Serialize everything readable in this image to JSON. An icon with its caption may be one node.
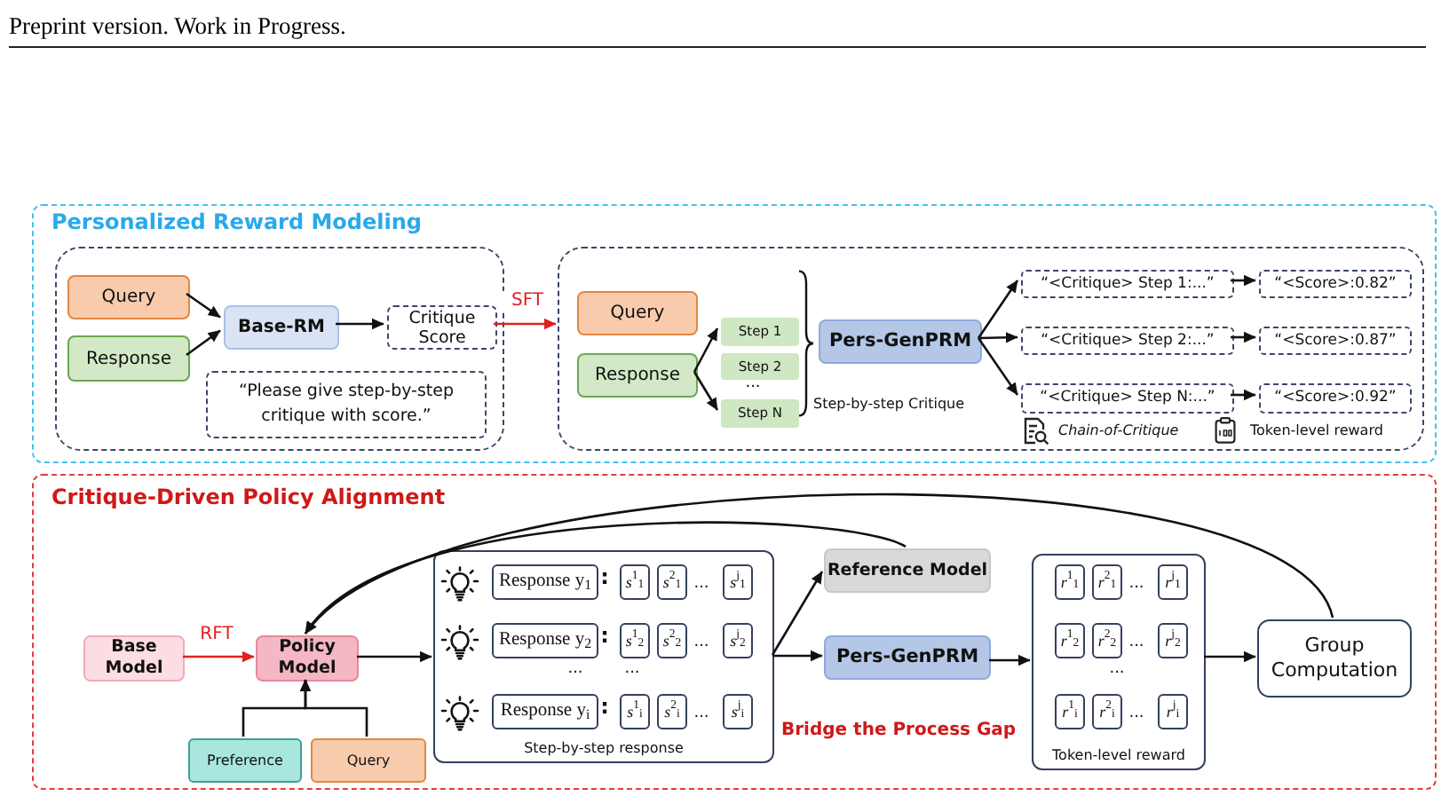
{
  "diagram": {
    "nodes": [
      {
        "text": [
          "Personalized Reward Modeling"
        ]
      },
      {
        "text": [],
        "shape": "box",
        "in": 0
      },
      {
        "text": [
          "Query"
        ],
        "in": 1
      },
      {
        "text": [
          "Response"
        ],
        "in": 1
      },
      {
        "text": [
          "Base-RM"
        ],
        "in": 1
      },
      {
        "text": [
          "Critique Score"
        ],
        "in": 1
      },
      {
        "text": [
          "“Please give step-by-step critique with score.”"
        ],
        "in": 1
      },
      {
        "text": [],
        "shape": "box",
        "in": 0
      },
      {
        "text": [
          "Query"
        ],
        "in": 7
      },
      {
        "text": [
          "Response"
        ],
        "in": 7
      },
      {
        "text": [
          "Step 1"
        ],
        "in": 7
      },
      {
        "text": [
          "Step 2"
        ],
        "in": 7
      },
      {
        "text": [
          "Step N"
        ],
        "in": 7
      },
      {
        "text": [
          "Pers-GenPRM"
        ],
        "in": 7
      },
      {
        "text": [
          "“<Critique> Step 1:...”"
        ],
        "in": 7
      },
      {
        "text": [
          "“<Critique> Step 2:...”"
        ],
        "in": 7
      },
      {
        "text": [
          "“<Critique> Step N:...”"
        ],
        "in": 7
      },
      {
        "text": [
          "“<Score>:0.82”"
        ],
        "in": 7
      },
      {
        "text": [
          "“<Score>:0.87”"
        ],
        "in": 7
      },
      {
        "text": [
          "“<Score>:0.92”"
        ],
        "in": 7
      },
      {
        "text": [
          "Critique-Driven Policy Alignment"
        ]
      },
      {
        "text": [
          "Base Model"
        ],
        "in": 20
      },
      {
        "text": [
          "Policy Model"
        ],
        "in": 20
      },
      {
        "text": [
          "Preference"
        ],
        "in": 20
      },
      {
        "text": [
          "Query"
        ],
        "in": 20
      },
      {
        "text": [
          "Step-by-step response"
        ],
        "in": 20
      },
      {
        "text": [
          "Response y$_{1}$"
        ],
        "in": 25
      },
      {
        "text": [
          "*s*$^{1}$$_{1}$"
        ],
        "in": 25
      },
      {
        "text": [
          "*s*$^{2}$$_{1}$"
        ],
        "in": 25
      },
      {
        "text": [
          "*s*$^{j}$$_{1}$"
        ],
        "in": 25
      },
      {
        "text": [
          "Response y$_{2}$"
        ],
        "in": 25
      },
      {
        "text": [
          "*s*$^{1}$$_{2}$"
        ],
        "in": 25
      },
      {
        "text": [
          "*s*$^{2}$$_{2}$"
        ],
        "in": 25
      },
      {
        "text": [
          "*s*$^{j}$$_{2}$"
        ],
        "in": 25
      },
      {
        "text": [
          "Response y$_{i}$"
        ],
        "in": 25
      },
      {
        "text": [
          "*s*$^{1}$$_{i}$"
        ],
        "in": 25
      },
      {
        "text": [
          "*s*$^{2}$$_{i}$"
        ],
        "in": 25
      },
      {
        "text": [
          "*s*$^{j}$$_{i}$"
        ],
        "in": 25
      },
      {
        "text": [
          "Reference Model"
        ],
        "in": 20
      },
      {
        "text": [
          "Pers-GenPRM"
        ],
        "in": 20
      },
      {
        "text": [
          "Token-level reward"
        ],
        "in": 20
      },
      {
        "text": [
          "*r*$^{1}$$_{1}$"
        ],
        "in": 40
      },
      {
        "text": [
          "*r*$^{2}$$_{1}$"
        ],
        "in": 40
      },
      {
        "text": [
          "*r*$^{j}$$_{1}$"
        ],
        "in": 40
      },
      {
        "text": [
          "*r*$^{1}$$_{2}$"
        ],
        "in": 40
      },
      {
        "text": [
          "*r*$^{2}$$_{2}$"
        ],
        "in": 40
      },
      {
        "text": [
          "*r*$^{j}$$_{2}$"
        ],
        "in": 40
      },
      {
        "text": [
          "*r*$^{1}$$_{i}$"
        ],
        "in": 40
      },
      {
        "text": [
          "*r*$^{2}$$_{i}$"
        ],
        "in": 40
      },
      {
        "text": [
          "*r*$^{j}$$_{i}$"
        ],
        "in": 40
      },
      {
        "text": [
          "Group Computation"
        ],
        "in": 20
      }
    ],
    "edges": [
      {
        "from": 2,
        "to": 4,
        "arrow": "to"
      },
      {
        "from": 3,
        "to": 4,
        "arrow": "to"
      },
      {
        "from": 4,
        "to": 5,
        "arrow": "to"
      },
      {
        "from": 5,
        "to": 7,
        "arrow": "to",
        "label": "SFT",
        "color": "#e02020"
      },
      {
        "from": 9,
        "to": 10,
        "arrow": "to"
      },
      {
        "from": 9,
        "to": 12,
        "arrow": "to"
      },
      {
        "from": 13,
        "to": 14,
        "arrow": "to"
      },
      {
        "from": 13,
        "to": 15,
        "arrow": "to"
      },
      {
        "from": 13,
        "to": 16,
        "arrow": "to"
      },
      {
        "from": 14,
        "to": 17,
        "arrow": "to"
      },
      {
        "from": 15,
        "to": 18,
        "arrow": "to"
      },
      {
        "from": 16,
        "to": 19,
        "arrow": "to"
      },
      {
        "from": 21,
        "to": 22,
        "arrow": "to",
        "label": "RFT",
        "color": "#e02020"
      },
      {
        "from": 23,
        "to": 22,
        "arrow": "to"
      },
      {
        "from": 24,
        "to": 22,
        "arrow": "to"
      },
      {
        "from": 22,
        "to": 25,
        "arrow": "to"
      },
      {
        "from": 25,
        "to": 38,
        "arrow": "to"
      },
      {
        "from": 25,
        "to": 39,
        "arrow": "to"
      },
      {
        "from": 39,
        "to": 40,
        "arrow": "to"
      },
      {
        "from": 40,
        "to": 50,
        "arrow": "to"
      },
      {
        "from": 38,
        "to": 22,
        "arrow": "to"
      },
      {
        "from": 50,
        "to": 22,
        "arrow": "to"
      }
    ],
    "labels": [
      "Preprint version. Work in Progress.",
      "...",
      "Step-by-step Critique",
      "Chain-of-Critique",
      "Token-level reward",
      ":",
      "...",
      ":",
      "...",
      "...",
      "...",
      ":",
      "...",
      "...",
      "...",
      "...",
      "...",
      "Bridge the Process Gap"
    ]
  }
}
